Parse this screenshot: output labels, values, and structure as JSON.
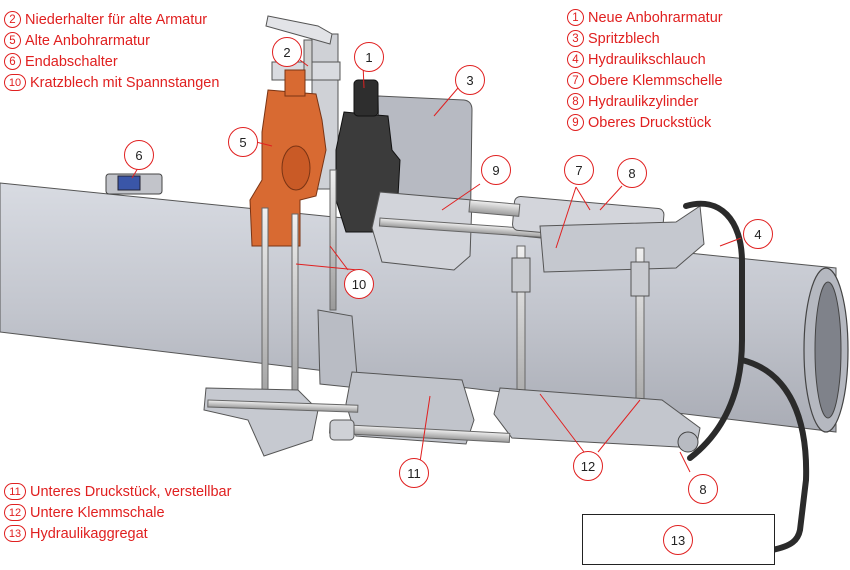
{
  "colors": {
    "label_red": "#e02020",
    "pipe_gray": "#c8cbd3",
    "old_fitting": "#d86a32",
    "new_fitting": "#3b3b3b",
    "hose": "#2b2b2b",
    "line_gray": "#909090"
  },
  "legend_top_left": [
    {
      "num": "2",
      "text": "Niederhalter für alte Armatur"
    },
    {
      "num": "5",
      "text": "Alte Anbohrarmatur"
    },
    {
      "num": "6",
      "text": "Endabschalter"
    },
    {
      "num": "10",
      "text": "Kratzblech mit Spannstangen"
    }
  ],
  "legend_top_right": [
    {
      "num": "1",
      "text": "Neue Anbohrarmatur"
    },
    {
      "num": "3",
      "text": "Spritzblech"
    },
    {
      "num": "4",
      "text": "Hydraulikschlauch"
    },
    {
      "num": "7",
      "text": "Obere Klemmschelle"
    },
    {
      "num": "8",
      "text": "Hydraulikzylinder"
    },
    {
      "num": "9",
      "text": "Oberes Druckstück"
    }
  ],
  "legend_bottom_left": [
    {
      "num": "11",
      "text": "Unteres Druckstück, verstellbar"
    },
    {
      "num": "12",
      "text": "Untere Klemmschale"
    },
    {
      "num": "13",
      "text": "Hydraulikaggregat"
    }
  ],
  "markers": {
    "m1": "1",
    "m2": "2",
    "m3": "3",
    "m4": "4",
    "m5": "5",
    "m6": "6",
    "m7": "7",
    "m8": "8",
    "m8b": "8",
    "m9": "9",
    "m10": "10",
    "m11": "11",
    "m12": "12",
    "m13": "13"
  }
}
